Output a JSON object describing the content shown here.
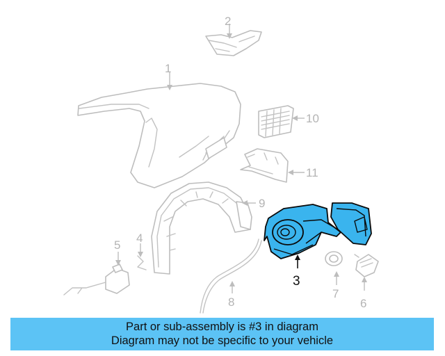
{
  "diagram": {
    "callouts": {
      "c1": "1",
      "c2": "2",
      "c3": "3",
      "c4": "4",
      "c5": "5",
      "c6": "6",
      "c7": "7",
      "c8": "8",
      "c9": "9",
      "c10": "10",
      "c11": "11"
    },
    "highlighted_part": "3",
    "colors": {
      "highlight": "#3ab4ee",
      "banner": "#5cc3f5",
      "ghost_line": "#bdbdbd"
    }
  },
  "banner": {
    "line1": "Part or sub-assembly is #3 in diagram",
    "line2": "Diagram may not be specific to your vehicle"
  }
}
